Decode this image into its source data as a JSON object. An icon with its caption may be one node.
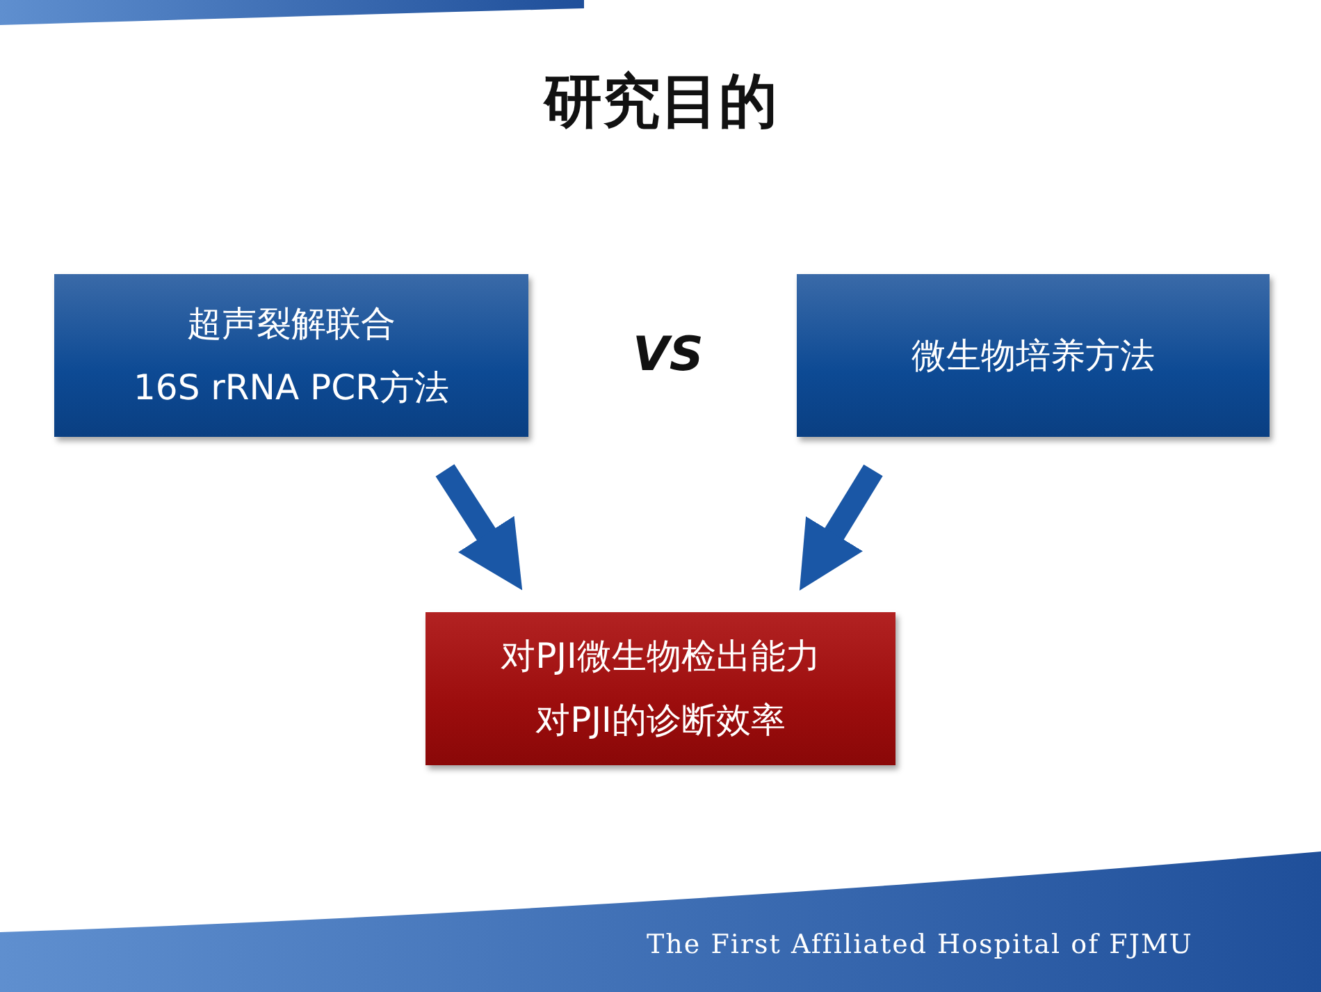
{
  "diagram": {
    "title": "研究目的",
    "nodes": [
      {
        "text": [
          "超声裂解联合",
          "16S rRNA PCR方法"
        ]
      },
      {
        "text": [
          "微生物培养方法"
        ]
      },
      {
        "text": [
          "对PJI微生物检出能力",
          "对PJI的诊断效率"
        ]
      }
    ],
    "edges": [
      {
        "from": 0,
        "to": 2,
        "arrow": "to"
      },
      {
        "from": 1,
        "to": 2,
        "arrow": "to"
      }
    ],
    "labels": [
      "VS",
      "The First Affiliated Hospital of FJMU"
    ]
  }
}
